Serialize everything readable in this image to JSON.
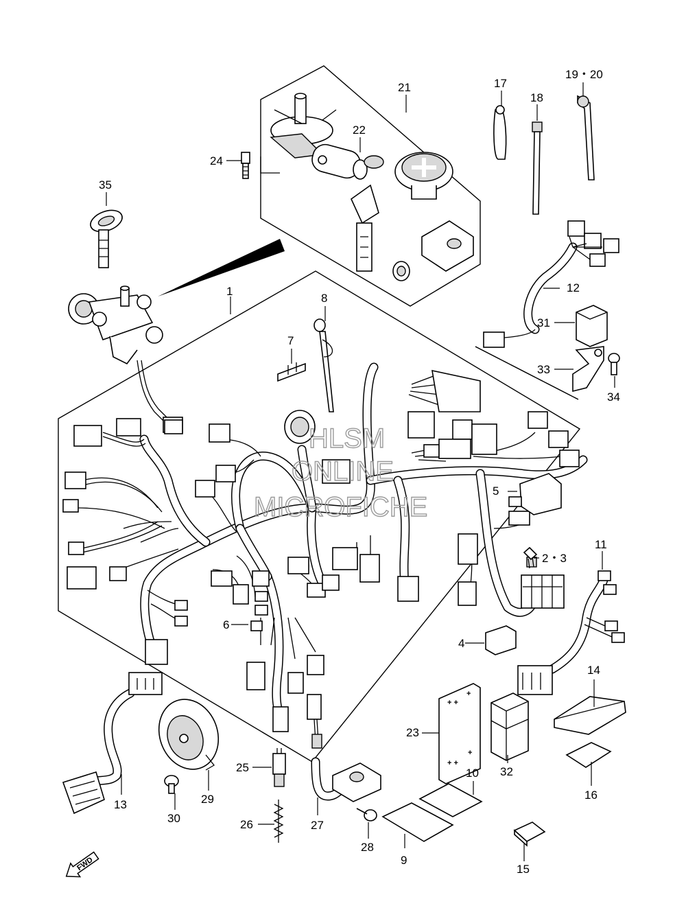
{
  "watermark": {
    "line1": "HLSM",
    "line2": "ONLINE",
    "line3": "MICROFICHE"
  },
  "direction_marker": "FWD",
  "callouts": [
    {
      "id": "c1",
      "text": "1"
    },
    {
      "id": "c2",
      "text": "2・3"
    },
    {
      "id": "c4",
      "text": "4"
    },
    {
      "id": "c5",
      "text": "5"
    },
    {
      "id": "c6",
      "text": "6"
    },
    {
      "id": "c7",
      "text": "7"
    },
    {
      "id": "c8",
      "text": "8"
    },
    {
      "id": "c9",
      "text": "9"
    },
    {
      "id": "c10",
      "text": "10"
    },
    {
      "id": "c11",
      "text": "11"
    },
    {
      "id": "c12",
      "text": "12"
    },
    {
      "id": "c13",
      "text": "13"
    },
    {
      "id": "c14",
      "text": "14"
    },
    {
      "id": "c15",
      "text": "15"
    },
    {
      "id": "c16",
      "text": "16"
    },
    {
      "id": "c17",
      "text": "17"
    },
    {
      "id": "c18",
      "text": "18"
    },
    {
      "id": "c19",
      "text": "19・20"
    },
    {
      "id": "c21",
      "text": "21"
    },
    {
      "id": "c22",
      "text": "22"
    },
    {
      "id": "c23",
      "text": "23"
    },
    {
      "id": "c24",
      "text": "24"
    },
    {
      "id": "c25",
      "text": "25"
    },
    {
      "id": "c26",
      "text": "26"
    },
    {
      "id": "c27",
      "text": "27"
    },
    {
      "id": "c28",
      "text": "28"
    },
    {
      "id": "c29",
      "text": "29"
    },
    {
      "id": "c30",
      "text": "30"
    },
    {
      "id": "c31",
      "text": "31"
    },
    {
      "id": "c32",
      "text": "32"
    },
    {
      "id": "c33",
      "text": "33"
    },
    {
      "id": "c34",
      "text": "34"
    },
    {
      "id": "c35",
      "text": "35"
    }
  ]
}
